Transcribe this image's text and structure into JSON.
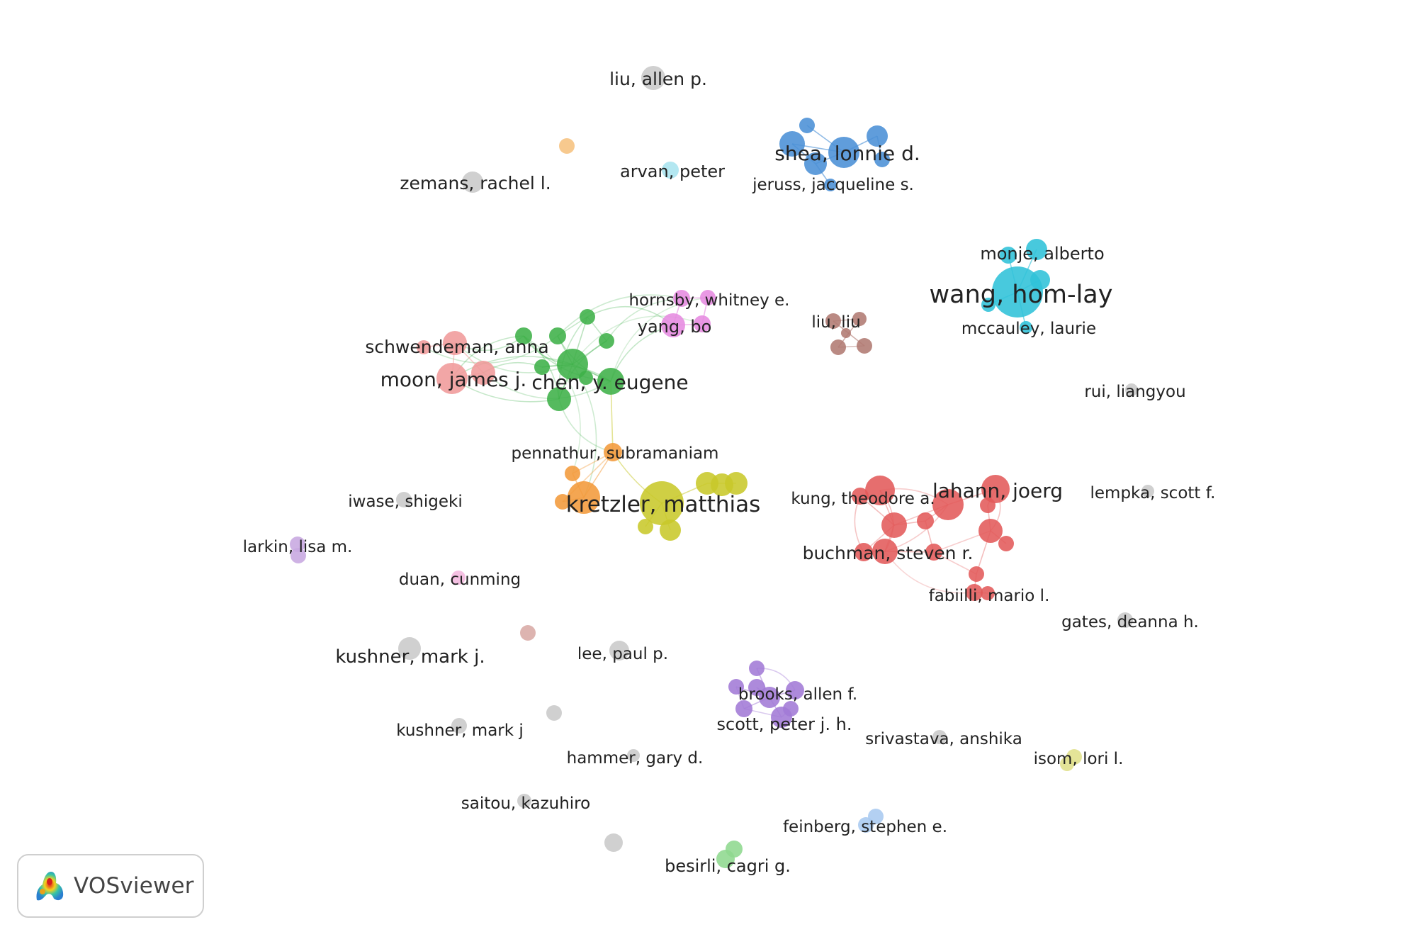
{
  "app": {
    "brand_label": "VOSviewer",
    "brand_icon": "vosviewer-logo-icon"
  },
  "cluster_colors": {
    "red": "#e35a5a",
    "green": "#3db048",
    "blue": "#4a8fd6",
    "yellow": "#c8c82a",
    "purple": "#a27ad6",
    "cyan": "#2fc2d8",
    "orange": "#f39a3a",
    "brown": "#b07a72",
    "pink": "#e68ae0",
    "salmon": "#f09a9a",
    "lightgreen": "#8ed88e",
    "lightblue": "#a9c9f0",
    "lightcyan": "#a8e4ef",
    "peach": "#f6c27e",
    "lavender": "#c7a7e0",
    "lightpink": "#f2b7de",
    "rosybrown": "#d8aaa5",
    "khaki": "#e0e08a",
    "gray": "#c8c8c8"
  },
  "labels": [
    {
      "id": "liu-allen-p",
      "text": "liu, allen p."
    },
    {
      "id": "shea-lonnie-d",
      "text": "shea, lonnie d."
    },
    {
      "id": "arvan-peter",
      "text": "arvan, peter"
    },
    {
      "id": "zemans-rachel-l",
      "text": "zemans, rachel l."
    },
    {
      "id": "jeruss-jacqueline-s",
      "text": "jeruss, jacqueline s."
    },
    {
      "id": "monje-alberto",
      "text": "monje, alberto"
    },
    {
      "id": "wang-hom-lay",
      "text": "wang, hom-lay"
    },
    {
      "id": "mccauley-laurie",
      "text": "mccauley, laurie"
    },
    {
      "id": "hornsby-whitney-e",
      "text": "hornsby, whitney e."
    },
    {
      "id": "yang-bo",
      "text": "yang, bo"
    },
    {
      "id": "liu-liu",
      "text": "liu, liu"
    },
    {
      "id": "schwendeman-anna",
      "text": "schwendeman, anna"
    },
    {
      "id": "moon-james-j",
      "text": "moon, james j."
    },
    {
      "id": "chen-y-eugene",
      "text": "chen, y. eugene"
    },
    {
      "id": "rui-liangyou",
      "text": "rui, liangyou"
    },
    {
      "id": "pennathur-subramaniam",
      "text": "pennathur, subramaniam"
    },
    {
      "id": "iwase-shigeki",
      "text": "iwase, shigeki"
    },
    {
      "id": "kretzler-matthias",
      "text": "kretzler, matthias"
    },
    {
      "id": "kung-theodore-a",
      "text": "kung, theodore a."
    },
    {
      "id": "lahann-joerg",
      "text": "lahann, joerg"
    },
    {
      "id": "lempka-scott-f",
      "text": "lempka, scott f."
    },
    {
      "id": "larkin-lisa-m",
      "text": "larkin, lisa m."
    },
    {
      "id": "buchman-steven-r",
      "text": "buchman, steven r."
    },
    {
      "id": "duan-cunming",
      "text": "duan, cunming"
    },
    {
      "id": "fabiilli-mario-l",
      "text": "fabiilli, mario l."
    },
    {
      "id": "gates-deanna-h",
      "text": "gates, deanna h."
    },
    {
      "id": "kushner-mark-j-dot",
      "text": "kushner, mark j."
    },
    {
      "id": "lee-paul-p",
      "text": "lee, paul p."
    },
    {
      "id": "brooks-allen-f",
      "text": "brooks, allen f."
    },
    {
      "id": "scott-peter-j-h",
      "text": "scott, peter j. h."
    },
    {
      "id": "kushner-mark-j",
      "text": "kushner, mark j"
    },
    {
      "id": "srivastava-anshika",
      "text": "srivastava, anshika"
    },
    {
      "id": "isom-lori-l",
      "text": "isom, lori l."
    },
    {
      "id": "hammer-gary-d",
      "text": "hammer, gary d."
    },
    {
      "id": "saitou-kazuhiro",
      "text": "saitou, kazuhiro"
    },
    {
      "id": "feinberg-stephen-e",
      "text": "feinberg, stephen e."
    },
    {
      "id": "besirli-cagri-g",
      "text": "besirli, cagri g."
    }
  ]
}
